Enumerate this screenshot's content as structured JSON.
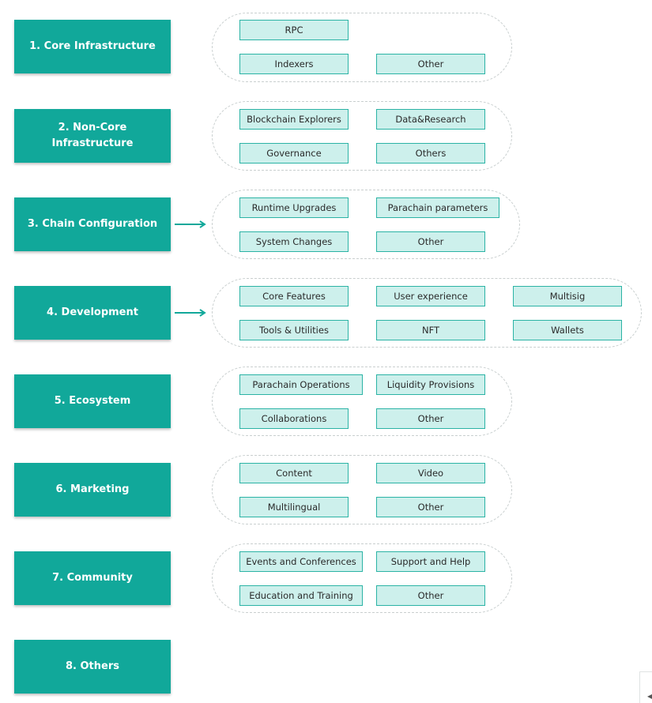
{
  "categories": [
    {
      "label": "1. Core Infrastructure",
      "items": [
        "RPC",
        "Indexers",
        "Other"
      ]
    },
    {
      "label": "2. Non-Core\nInfrastructure",
      "items": [
        "Blockchain Explorers",
        "Data&Research",
        "Governance",
        "Others"
      ]
    },
    {
      "label": "3. Chain Configuration",
      "items": [
        "Runtime Upgrades",
        "Parachain parameters",
        "System Changes",
        "Other"
      ]
    },
    {
      "label": "4. Development",
      "items": [
        "Core Features",
        "User experience",
        "Multisig",
        "Tools & Utilities",
        "NFT",
        "Wallets"
      ]
    },
    {
      "label": "5. Ecosystem",
      "items": [
        "Parachain Operations",
        "Liquidity Provisions",
        "Collaborations",
        "Other"
      ]
    },
    {
      "label": "6. Marketing",
      "items": [
        "Content",
        "Video",
        "Multilingual",
        "Other"
      ]
    },
    {
      "label": "7. Community",
      "items": [
        "Events and Conferences",
        "Support and Help",
        "Education and Training",
        "Other"
      ]
    },
    {
      "label": "8. Others",
      "items": []
    }
  ],
  "colors": {
    "category_fill": "#11a89a",
    "chip_fill": "#cdf0ec",
    "chip_border": "#2bb3a5",
    "arrow": "#11a89a"
  },
  "icons": {
    "arrow": "arrow-right-icon",
    "corner": "chevron-left-icon"
  }
}
